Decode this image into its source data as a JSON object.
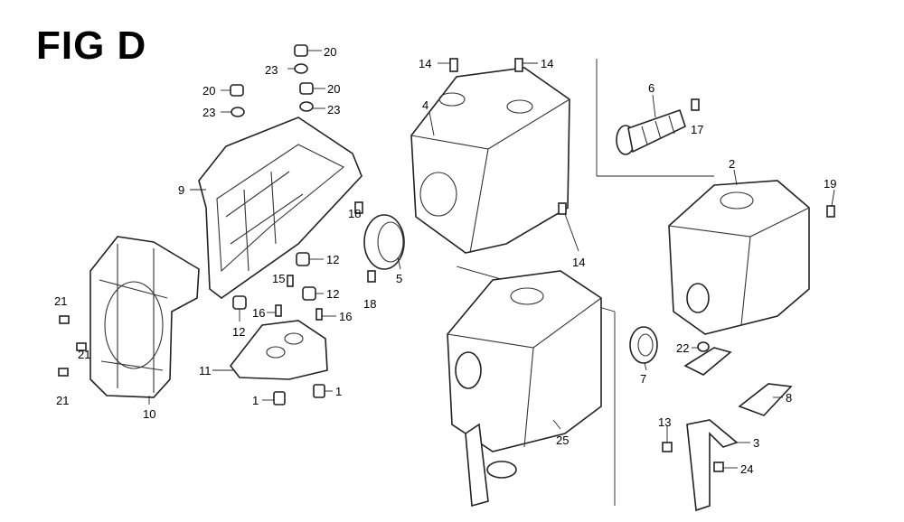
{
  "title": "FIG D",
  "callouts": [
    "20",
    "23",
    "20",
    "20",
    "23",
    "23",
    "9",
    "14",
    "14",
    "4",
    "6",
    "17",
    "2",
    "19",
    "18",
    "12",
    "15",
    "12",
    "16",
    "16",
    "12",
    "5",
    "18",
    "14",
    "21",
    "21",
    "21",
    "10",
    "11",
    "1",
    "1",
    "7",
    "22",
    "8",
    "25",
    "13",
    "3",
    "24"
  ]
}
